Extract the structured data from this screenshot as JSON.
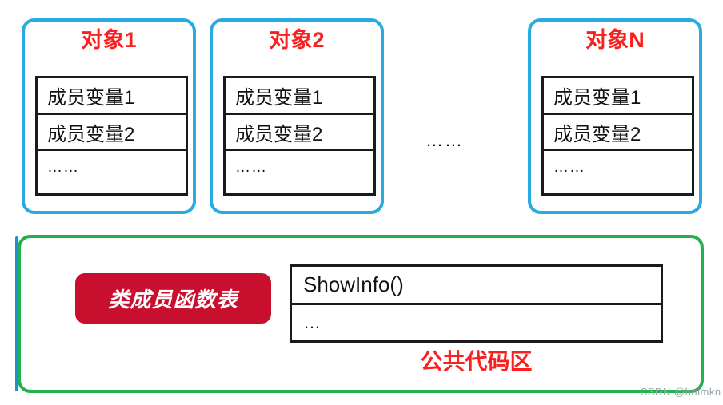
{
  "diagram": {
    "title": "C++ object memory layout: per-object member variables vs shared member function table",
    "colors": {
      "object_border": "#29abe2",
      "object_title": "#fb2020",
      "region_border": "#22b14c",
      "badge_background": "#c8102e",
      "badge_text": "#ffffff",
      "table_border": "#1a1a1a",
      "region_label": "#fb2020",
      "watermark": "#9aa4ad"
    },
    "objects": [
      {
        "title": "对象1",
        "rows": [
          "成员变量1",
          "成员变量2",
          "……"
        ]
      },
      {
        "title": "对象2",
        "rows": [
          "成员变量1",
          "成员变量2",
          "……"
        ]
      },
      {
        "title": "对象N",
        "rows": [
          "成员变量1",
          "成员变量2",
          "……"
        ]
      }
    ],
    "gap_ellipsis": "……",
    "code_region": {
      "badge_label": "类成员函数表",
      "function_rows": [
        "ShowInfo()",
        "…"
      ],
      "region_label": "公共代码区"
    },
    "watermark": "CSDN @hnimkn"
  }
}
